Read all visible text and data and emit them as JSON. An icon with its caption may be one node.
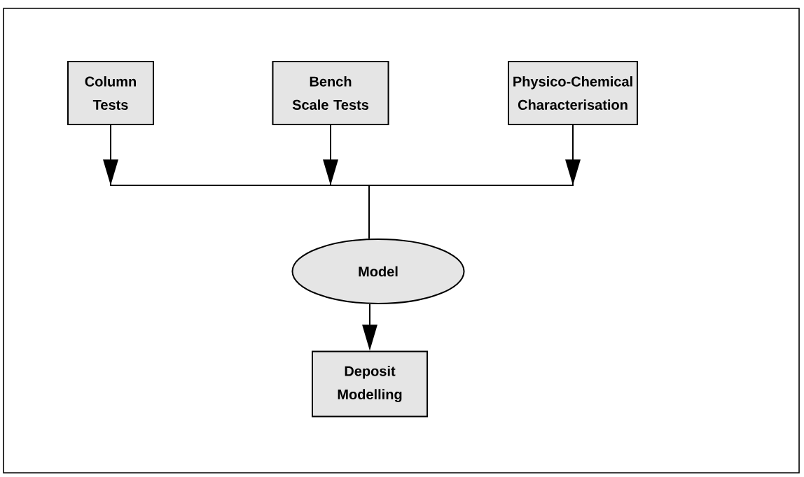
{
  "diagram": {
    "nodes": [
      {
        "text": [
          "Column Tests"
        ]
      },
      {
        "text": [
          "Bench Scale Tests"
        ]
      },
      {
        "text": [
          "Physico-Chemical Characterisation"
        ]
      },
      {
        "text": [
          "Model"
        ]
      },
      {
        "text": [
          "Deposit Modelling"
        ]
      }
    ],
    "edges": [
      {
        "from": 0,
        "to": 3,
        "arrow": "to"
      },
      {
        "from": 1,
        "to": 3,
        "arrow": "to"
      },
      {
        "from": 2,
        "to": 3,
        "arrow": "to"
      },
      {
        "from": 3,
        "to": 4,
        "arrow": "to"
      }
    ]
  }
}
